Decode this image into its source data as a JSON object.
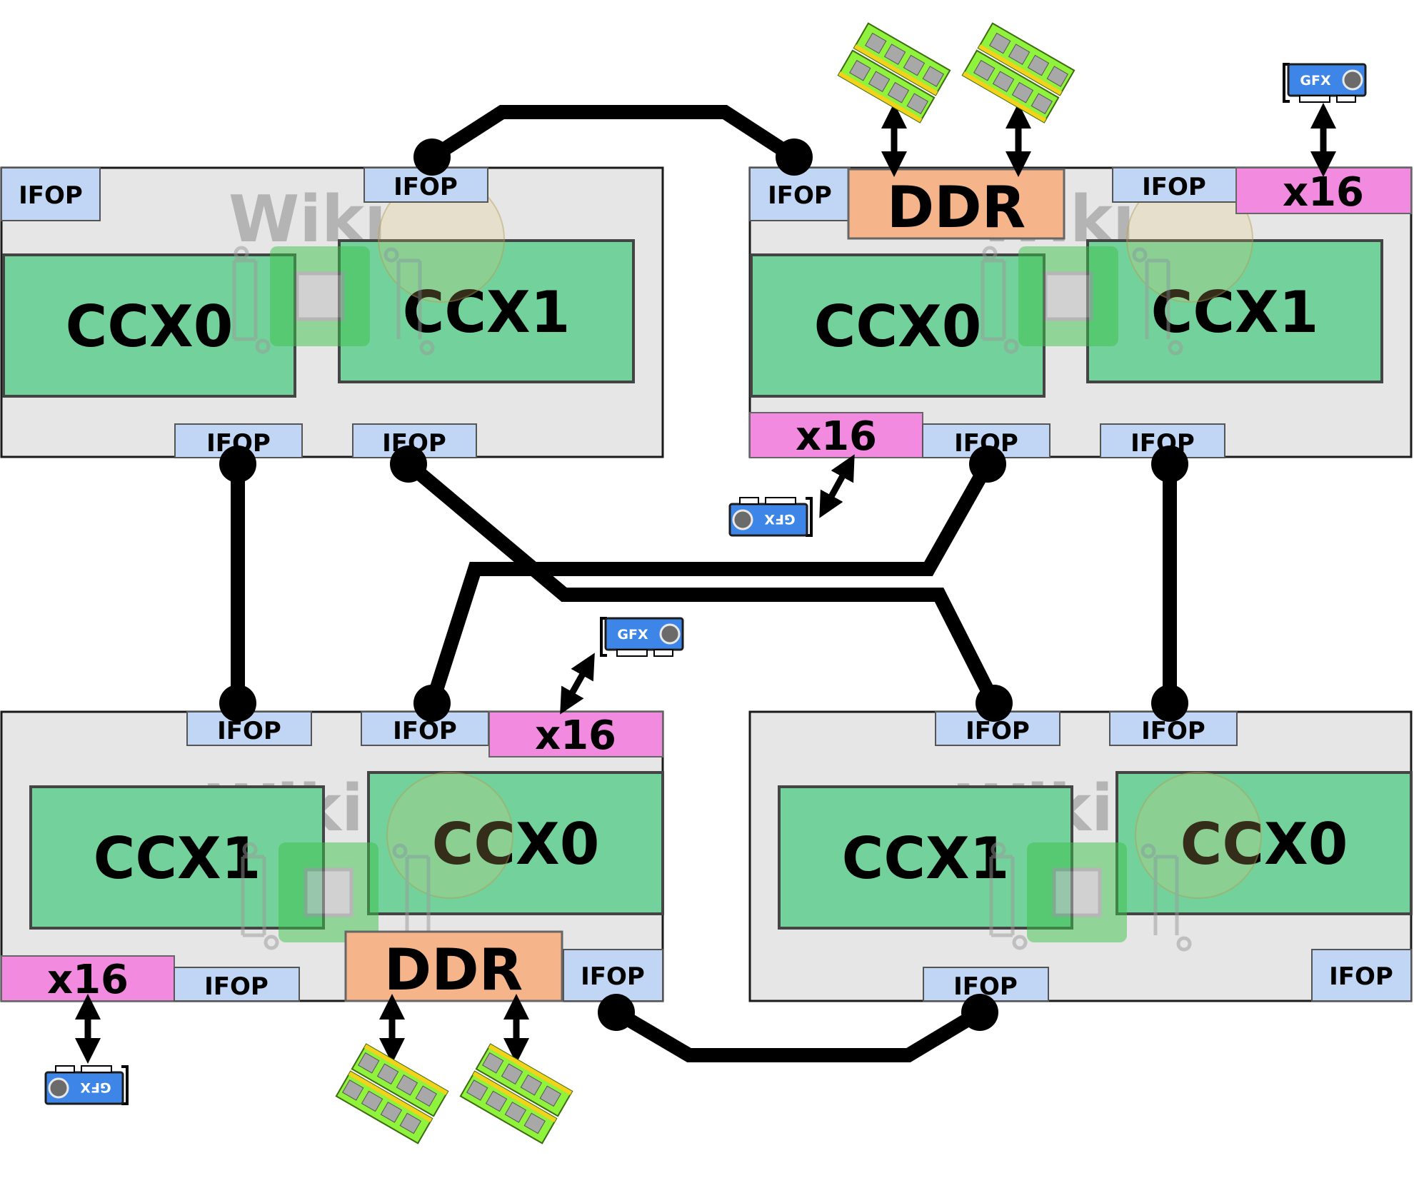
{
  "labels": {
    "ccx0": "CCX0",
    "ccx1": "CCX1",
    "ifop": "IFOP",
    "ddr": "DDR",
    "x16": "x16",
    "gfx": "GFX",
    "watermark": "Wiki"
  },
  "colors": {
    "die": "#e6e6e6",
    "ccx": "#73d19b",
    "ifop": "#c0d6f4",
    "ddr": "#f5b48a",
    "x16": "#f28ae0",
    "link": "#000000",
    "gfx_card": "#3d86e8",
    "memory_stick": "#8ff23c"
  },
  "dies": [
    {
      "id": "die-top-left",
      "left_ccx": "CCX0",
      "right_ccx": "CCX1",
      "has_ddr": false,
      "x16_ports": 0
    },
    {
      "id": "die-top-right",
      "left_ccx": "CCX0",
      "right_ccx": "CCX1",
      "has_ddr": true,
      "x16_ports": 2
    },
    {
      "id": "die-bottom-left",
      "left_ccx": "CCX1",
      "right_ccx": "CCX0",
      "has_ddr": true,
      "x16_ports": 2
    },
    {
      "id": "die-bottom-right",
      "left_ccx": "CCX1",
      "right_ccx": "CCX0",
      "has_ddr": false,
      "x16_ports": 0
    }
  ],
  "icons": {
    "memory": "memory-module-icon",
    "gpu": "graphics-card-icon",
    "arrow": "bidirectional-arrow-icon",
    "watermark_logo": "chip-watermark-icon"
  }
}
